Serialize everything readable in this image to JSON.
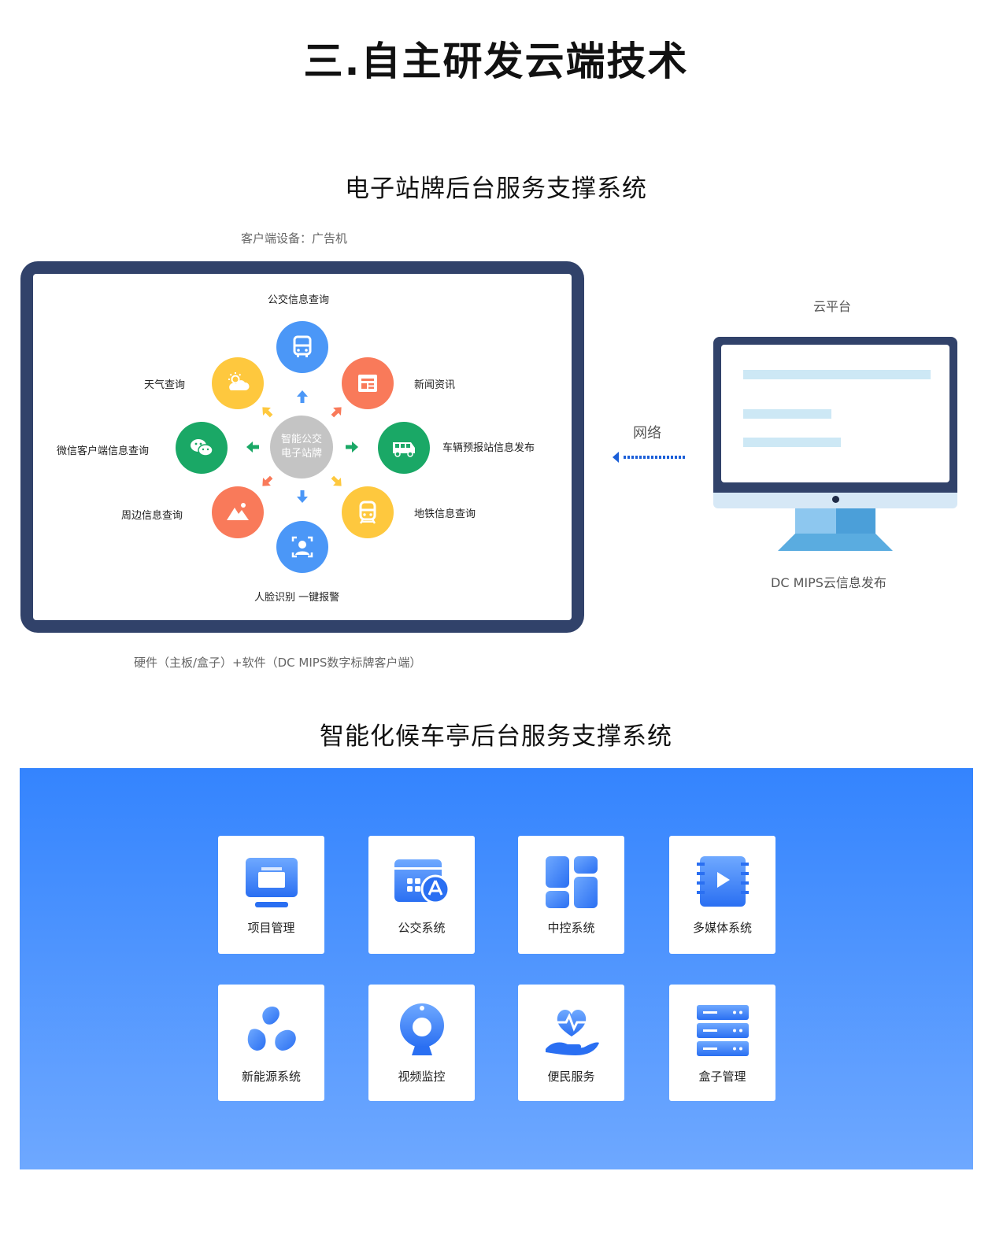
{
  "page_title": "三.自主研发云端技术",
  "section1": {
    "title": "电子站牌后台服务支撑系统",
    "client_device_caption": "客户端设备：广告机",
    "hw_sw_caption": "硬件（主板/盒子）+软件（DC MIPS数字标牌客户端）",
    "center_label_line1": "智能公交",
    "center_label_line2": "电子站牌",
    "nodes": [
      {
        "label": "公交信息查询",
        "icon": "bus-icon",
        "color": "#4b97f7"
      },
      {
        "label": "新闻资讯",
        "icon": "news-icon",
        "color": "#f97a5a"
      },
      {
        "label": "车辆预报站信息发布",
        "icon": "van-icon",
        "color": "#1aa866"
      },
      {
        "label": "地铁信息查询",
        "icon": "metro-icon",
        "color": "#fec83e"
      },
      {
        "label": "人脸识别 一键报警",
        "icon": "face-icon",
        "color": "#4b97f7"
      },
      {
        "label": "周边信息查询",
        "icon": "mountain-icon",
        "color": "#f97a5a"
      },
      {
        "label": "微信客户端信息查询",
        "icon": "wechat-icon",
        "color": "#1aa866"
      },
      {
        "label": "天气查询",
        "icon": "weather-icon",
        "color": "#fec83e"
      }
    ],
    "network_label": "网络",
    "cloud_label": "云平台",
    "cloud_system_label": "DC MIPS云信息发布"
  },
  "section2": {
    "title": "智能化候车亭后台服务支撑系统",
    "cards": [
      {
        "label": "项目管理",
        "icon": "monitor-icon"
      },
      {
        "label": "公交系统",
        "icon": "bus-system-icon"
      },
      {
        "label": "中控系统",
        "icon": "grid-icon"
      },
      {
        "label": "多媒体系统",
        "icon": "video-icon"
      },
      {
        "label": "新能源系统",
        "icon": "leaf-icon"
      },
      {
        "label": "视频监控",
        "icon": "camera-icon"
      },
      {
        "label": "便民服务",
        "icon": "heart-hand-icon"
      },
      {
        "label": "盒子管理",
        "icon": "server-icon"
      }
    ]
  }
}
